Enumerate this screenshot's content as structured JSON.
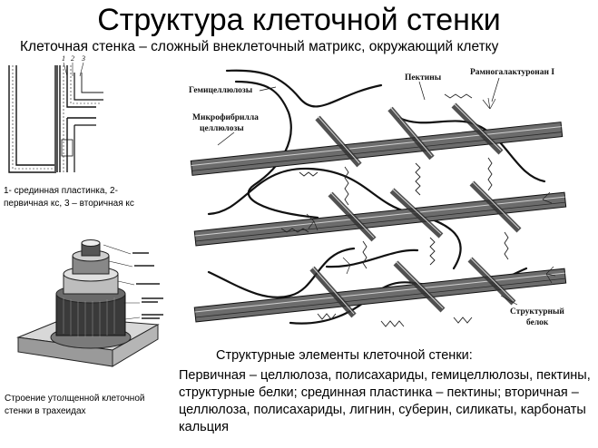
{
  "title": "Структура клеточной стенки",
  "subtitle": "Клеточная стенка – сложный внеклеточный матрикс, окружающий клетку",
  "wall_diagram": {
    "layer_numbers": [
      "1",
      "2",
      "3"
    ],
    "caption": "1- срединная пластинка, 2- первичная кс, 3 – вторичная кс"
  },
  "tracheid_diagram": {
    "caption": "Строение утолщенной клеточной стенки в трахеидах"
  },
  "matrix_diagram": {
    "labels": {
      "hemicellulose": "Гемицеллюлозы",
      "microfibril_line1": "Микрофибрилла",
      "microfibril_line2": "целлюлозы",
      "pectins": "Пектины",
      "rhamnogalacturonan": "Рамногалактуронан I",
      "structural_protein_line1": "Структурный",
      "structural_protein_line2": "белок"
    }
  },
  "structure": {
    "heading": "Структурные элементы клеточной стенки:",
    "description": "Первичная – целлюлоза, полисахариды, гемицеллюлозы, пектины, структурные белки; срединная пластинка – пектины; вторичная – целлюлоза, полисахариды, лигнин, суберин, силикаты, карбонаты кальция"
  }
}
